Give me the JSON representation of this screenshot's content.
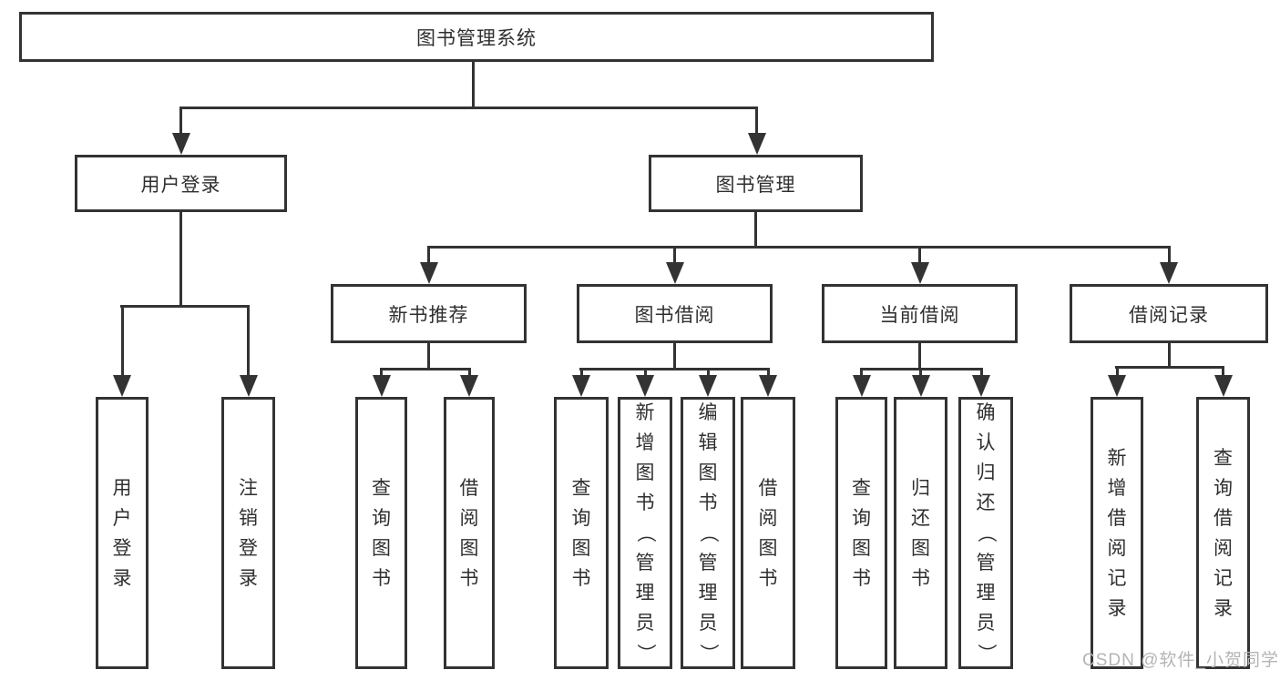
{
  "diagram": {
    "root": {
      "label": "图书管理系统"
    },
    "level2": [
      {
        "label": "用户登录"
      },
      {
        "label": "图书管理"
      }
    ],
    "level3": [
      {
        "label": "新书推荐"
      },
      {
        "label": "图书借阅"
      },
      {
        "label": "当前借阅"
      },
      {
        "label": "借阅记录"
      }
    ],
    "leaves": {
      "user_login": [
        "用户登录",
        "注销登录"
      ],
      "new_book": [
        "查询图书",
        "借阅图书"
      ],
      "book_borrow": [
        "查询图书",
        "新增图书（管理员）",
        "编辑图书（管理员）",
        "借阅图书"
      ],
      "current_borrow": [
        "查询图书",
        "归还图书",
        "确认归还（管理员）"
      ],
      "borrow_record": [
        "新增借阅记录",
        "查询借阅记录"
      ]
    }
  },
  "watermark": "CSDN @软件_小贺同学",
  "colors": {
    "line": "#333333",
    "box_fill": "#ffffff",
    "text": "#2f2f2f",
    "watermark": "#b4b4b4"
  }
}
